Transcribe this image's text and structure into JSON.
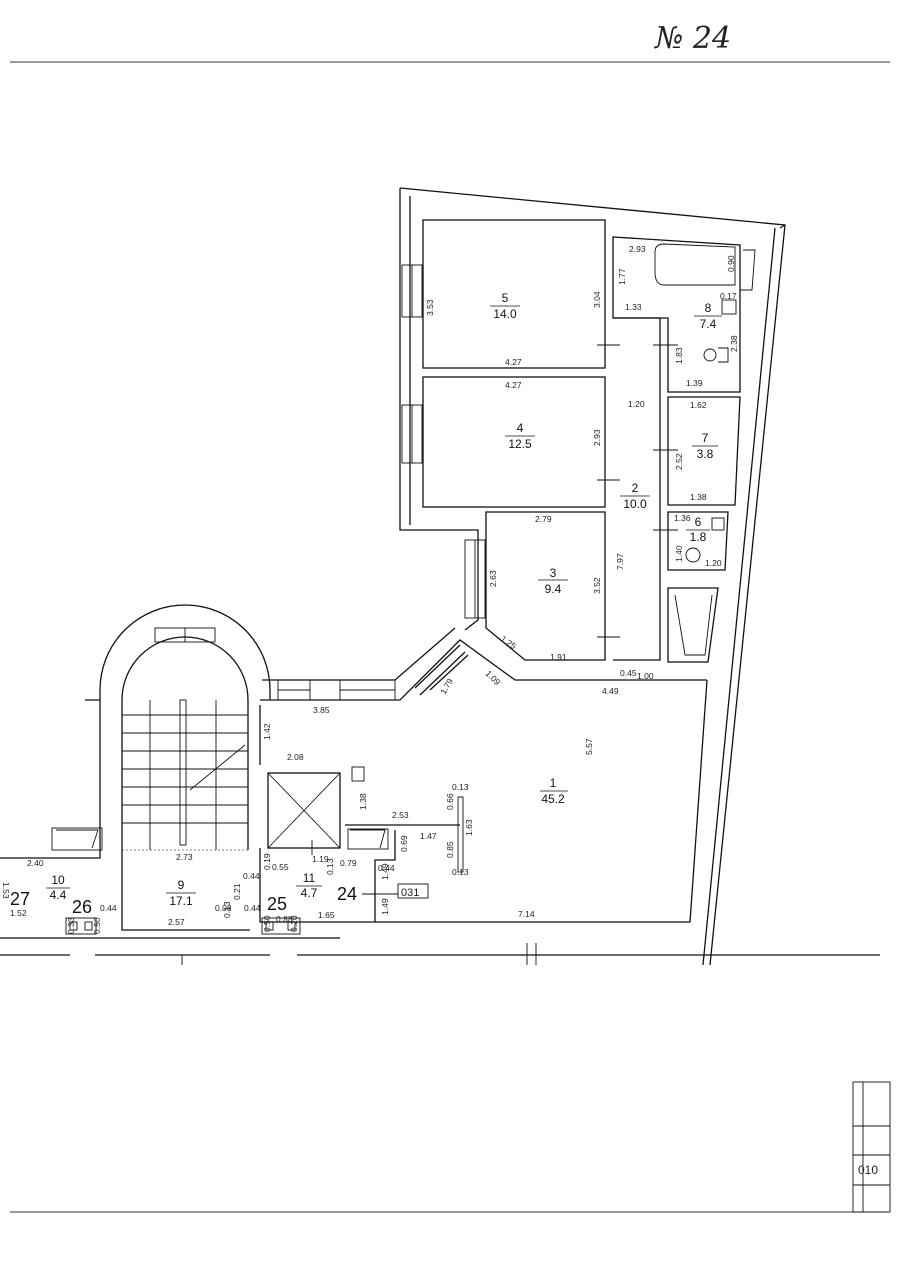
{
  "sheet": {
    "sheet_number": "№ 24",
    "corner_code": "010",
    "flat_number": "24",
    "flat_code": "031"
  },
  "rooms": [
    {
      "id": "1",
      "area": "45.2"
    },
    {
      "id": "2",
      "area": "10.0"
    },
    {
      "id": "3",
      "area": "9.4"
    },
    {
      "id": "4",
      "area": "12.5"
    },
    {
      "id": "5",
      "area": "14.0"
    },
    {
      "id": "6",
      "area": "1.8"
    },
    {
      "id": "7",
      "area": "3.8"
    },
    {
      "id": "8",
      "area": "7.4"
    },
    {
      "id": "9",
      "area": "17.1"
    },
    {
      "id": "10",
      "area": "4.4"
    },
    {
      "id": "11",
      "area": "4.7"
    }
  ],
  "neighbors": [
    "27",
    "26",
    "25"
  ],
  "dims": [
    "3.53",
    "4.27",
    "3.04",
    "4.27",
    "2.93",
    "2.79",
    "2.63",
    "3.52",
    "1.25",
    "1.91",
    "2.93",
    "0.90",
    "1.77",
    "1.33",
    "0.17",
    "2.38",
    "1.83",
    "1.39",
    "1.20",
    "1.62",
    "2.52",
    "1.38",
    "1.36",
    "1.40",
    "1.20",
    "7.97",
    "0.45",
    "1.00",
    "4.49",
    "1.09",
    "1.79",
    "3.85",
    "1.42",
    "2.08",
    "5.57",
    "0.13",
    "0.66",
    "1.63",
    "2.53",
    "1.47",
    "0.69",
    "0.85",
    "1.38",
    "0.13",
    "0.44",
    "1.49",
    "1.49",
    "1.19",
    "0.79",
    "0.13",
    "0.55",
    "0.19",
    "0.44",
    "2.73",
    "2.40",
    "1.52",
    "0.44",
    "0.33",
    "0.50",
    "2.57",
    "0.08",
    "0.13",
    "0.21",
    "0.44",
    "0.50",
    "0.88",
    "0.20",
    "1.65",
    "7.14",
    "1.53"
  ]
}
